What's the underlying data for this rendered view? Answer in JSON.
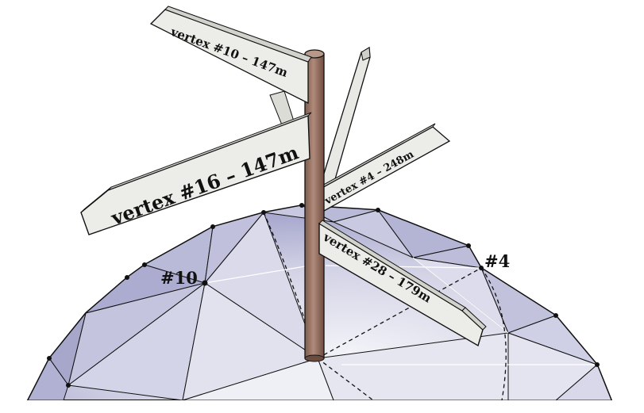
{
  "signs": {
    "sign_10": "vertex #10 – 147m",
    "sign_16": "vertex #16 – 147m",
    "sign_4": "vertex #4 – 248m",
    "sign_28": "vertex #28 – 179m"
  },
  "vertex_labels": {
    "v10": "#10",
    "v4": "#4"
  },
  "colors": {
    "sphere_light": "#e6e6f1",
    "sphere_mid": "#c9c9e0",
    "sphere_dark": "#a6a6cc",
    "pole": "#9c7666",
    "sign_fill": "#ecece8",
    "outline": "#111111"
  }
}
